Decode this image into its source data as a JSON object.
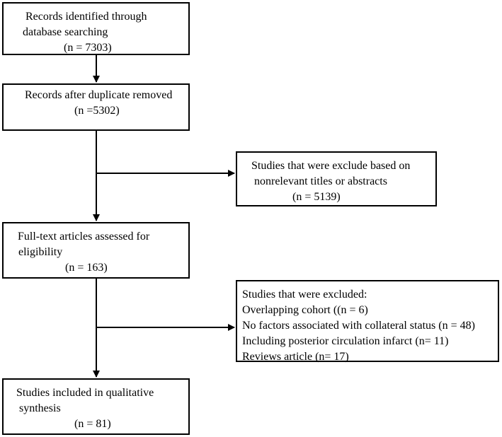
{
  "flowchart": {
    "identified": {
      "lines": [
        "Records identified through",
        "database searching",
        "(n = 7303)"
      ]
    },
    "duplicates_removed": {
      "lines": [
        "Records after duplicate removed",
        "(n =5302)"
      ]
    },
    "excluded_titles": {
      "lines": [
        "Studies that were exclude based on",
        "nonrelevant titles or abstracts",
        "(n = 5139)"
      ]
    },
    "fulltext_assessed": {
      "lines": [
        "Full-text articles assessed for",
        "eligibility",
        "(n = 163)"
      ]
    },
    "excluded_studies": {
      "lines": [
        "Studies that were excluded:",
        "Overlapping cohort ((n = 6)",
        "No factors associated with collateral status (n = 48)",
        "Including posterior circulation infarct (n= 11)",
        "Reviews article (n= 17)"
      ]
    },
    "included": {
      "lines": [
        "Studies included in qualitative",
        "synthesis",
        "(n = 81)"
      ]
    }
  }
}
